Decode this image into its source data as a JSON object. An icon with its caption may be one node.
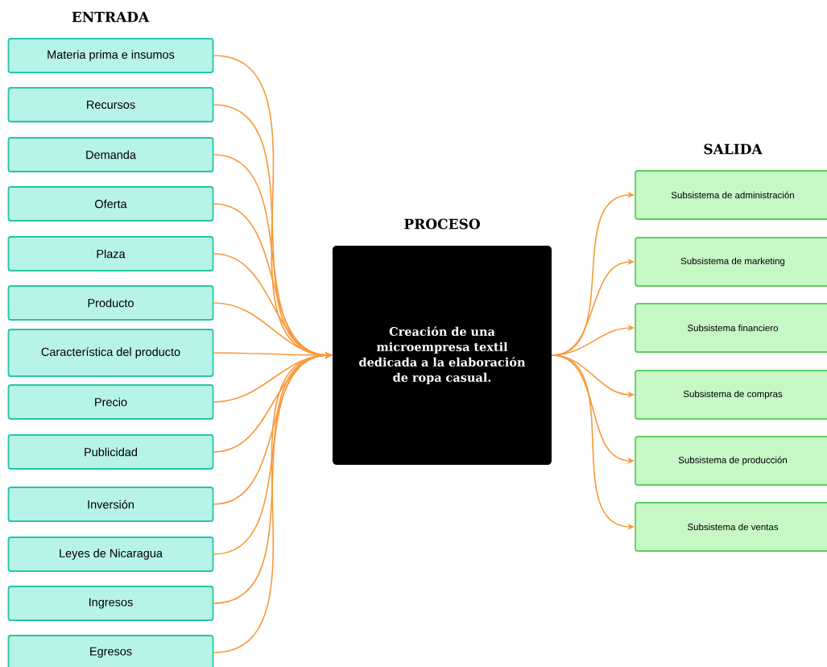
{
  "diagram": {
    "nodes": [
      {
        "text": [
          "Materia prima e insumos"
        ]
      },
      {
        "text": [
          "Recursos"
        ]
      },
      {
        "text": [
          "Demanda"
        ]
      },
      {
        "text": [
          "Oferta"
        ]
      },
      {
        "text": [
          "Plaza"
        ]
      },
      {
        "text": [
          "Producto"
        ]
      },
      {
        "text": [
          "Característica del producto"
        ]
      },
      {
        "text": [
          "Precio"
        ]
      },
      {
        "text": [
          "Publicidad"
        ]
      },
      {
        "text": [
          "Inversión"
        ]
      },
      {
        "text": [
          "Leyes de Nicaragua"
        ]
      },
      {
        "text": [
          "Ingresos"
        ]
      },
      {
        "text": [
          "Egresos"
        ]
      },
      {
        "text": [
          "Creación de una microempresa textil dedicada a la elaboración de ropa casual."
        ]
      },
      {
        "text": [
          "Subsistema de administración"
        ]
      },
      {
        "text": [
          "Subsistema de marketing"
        ]
      },
      {
        "text": [
          "Subsistema financiero"
        ]
      },
      {
        "text": [
          "Subsistema de compras"
        ]
      },
      {
        "text": [
          "Subsistema de producción"
        ]
      },
      {
        "text": [
          "Subsistema de ventas"
        ]
      }
    ],
    "edges": [
      {
        "from": 0,
        "to": 13,
        "arrow": "to"
      },
      {
        "from": 1,
        "to": 13,
        "arrow": "to"
      },
      {
        "from": 2,
        "to": 13,
        "arrow": "to"
      },
      {
        "from": 3,
        "to": 13,
        "arrow": "to"
      },
      {
        "from": 4,
        "to": 13,
        "arrow": "to"
      },
      {
        "from": 5,
        "to": 13,
        "arrow": "to"
      },
      {
        "from": 6,
        "to": 13,
        "arrow": "to"
      },
      {
        "from": 7,
        "to": 13,
        "arrow": "to"
      },
      {
        "from": 8,
        "to": 13,
        "arrow": "to"
      },
      {
        "from": 9,
        "to": 13,
        "arrow": "to"
      },
      {
        "from": 10,
        "to": 13,
        "arrow": "to"
      },
      {
        "from": 11,
        "to": 13,
        "arrow": "to"
      },
      {
        "from": 12,
        "to": 13,
        "arrow": "to"
      },
      {
        "from": 13,
        "to": 14,
        "arrow": "to"
      },
      {
        "from": 13,
        "to": 15,
        "arrow": "to"
      },
      {
        "from": 13,
        "to": 16,
        "arrow": "to"
      },
      {
        "from": 13,
        "to": 17,
        "arrow": "to"
      },
      {
        "from": 13,
        "to": 18,
        "arrow": "to"
      },
      {
        "from": 13,
        "to": 19,
        "arrow": "to"
      }
    ],
    "labels": [
      "ENTRADA",
      "PROCESO",
      "SALIDA"
    ]
  }
}
